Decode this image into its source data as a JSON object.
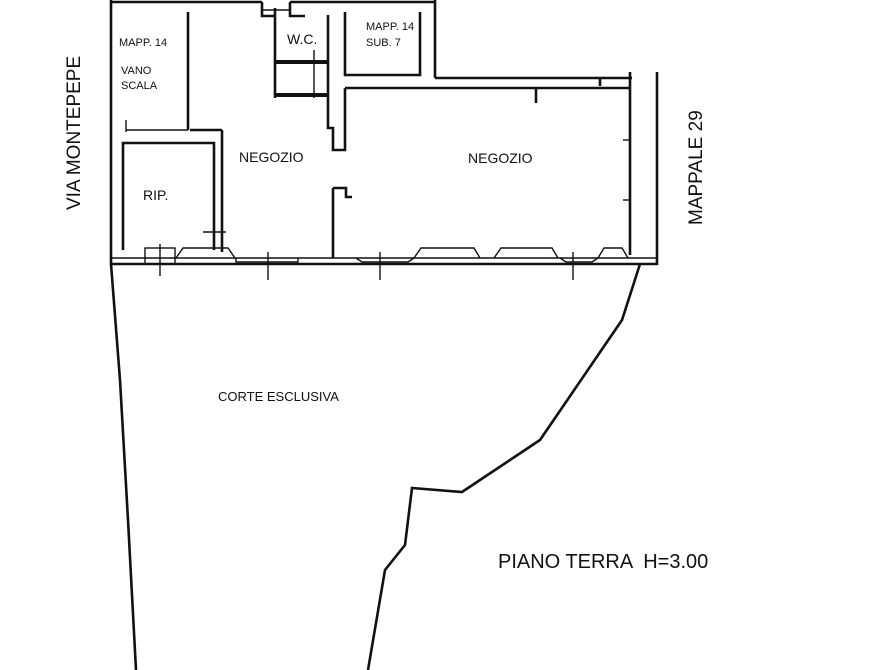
{
  "labels": {
    "street_left": "VIA MONTEPEPE",
    "parcel_right": "MAPPALE 29",
    "mapp14_line1": "MAPP. 14",
    "vano_line1": "VANO",
    "vano_line2": "SCALA",
    "wc": "W.C.",
    "mapp14_sub_line1": "MAPP. 14",
    "mapp14_sub_line2": "SUB. 7",
    "negozio_left": "NEGOZIO",
    "negozio_right": "NEGOZIO",
    "rip": "RIP.",
    "courtyard": "CORTE ESCLUSIVA",
    "floor_caption": "PIANO TERRA  H=3.00"
  }
}
